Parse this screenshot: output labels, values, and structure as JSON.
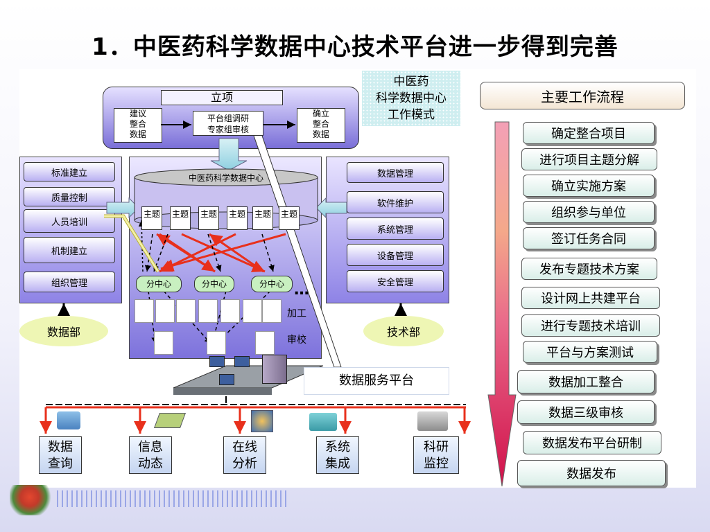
{
  "title": "1．中医药科学数据中心技术平台进一步得到完善",
  "mode_label": [
    "中医药",
    "科学数据中心",
    "工作模式"
  ],
  "project": {
    "title": "立项",
    "left": [
      "建议",
      "整合",
      "数据"
    ],
    "center": [
      "平台组调研",
      "专家组审核"
    ],
    "right": [
      "确立",
      "整合",
      "数据"
    ]
  },
  "left_panel": {
    "items": [
      "标准建立",
      "质量控制",
      "人员培训",
      "机制建立",
      "组织管理"
    ],
    "department": "数据部"
  },
  "center_panel": {
    "db_label": "中医药科学数据中心",
    "subjects": [
      "主题",
      "主题",
      "主题",
      "主题",
      "主题",
      "主题"
    ],
    "subcenters": [
      "分中心",
      "分中心",
      "分中心"
    ],
    "ellipsis": "…",
    "process": [
      "加工",
      "审校"
    ]
  },
  "right_panel": {
    "items": [
      "数据管理",
      "软件维护",
      "系统管理",
      "设备管理",
      "安全管理"
    ],
    "department": "技术部"
  },
  "service_platform": "数据服务平台",
  "services": [
    {
      "line1": "数据",
      "line2": "查询",
      "icon": "computer-user-icon"
    },
    {
      "line1": "信息",
      "line2": "动态",
      "icon": "circuit-board-icon"
    },
    {
      "line1": "在线",
      "line2": "分析",
      "icon": "analyst-icon"
    },
    {
      "line1": "系统",
      "line2": "集成",
      "icon": "system-integration-icon"
    },
    {
      "line1": "科研",
      "line2": "监控",
      "icon": "research-tools-icon"
    }
  ],
  "workflow": {
    "header": "主要工作流程",
    "steps": [
      "确定整合项目",
      "进行项目主题分解",
      "确立实施方案",
      "组织参与单位",
      "签订任务合同",
      "发布专题技术方案",
      "设计网上共建平台",
      "进行专题技术培训",
      "平台与方案测试",
      "数据加工整合",
      "数据三级审核",
      "数据发布平台研制",
      "数据发布"
    ]
  },
  "colors": {
    "panel_gradient_top": "#e9e4ff",
    "panel_gradient_bottom": "#8e83e6",
    "red_arrow": "#e8301c",
    "oval": "#eef6b4",
    "workflow_arrow_top": "#f28ea8",
    "workflow_arrow_bottom": "#d6114f"
  }
}
